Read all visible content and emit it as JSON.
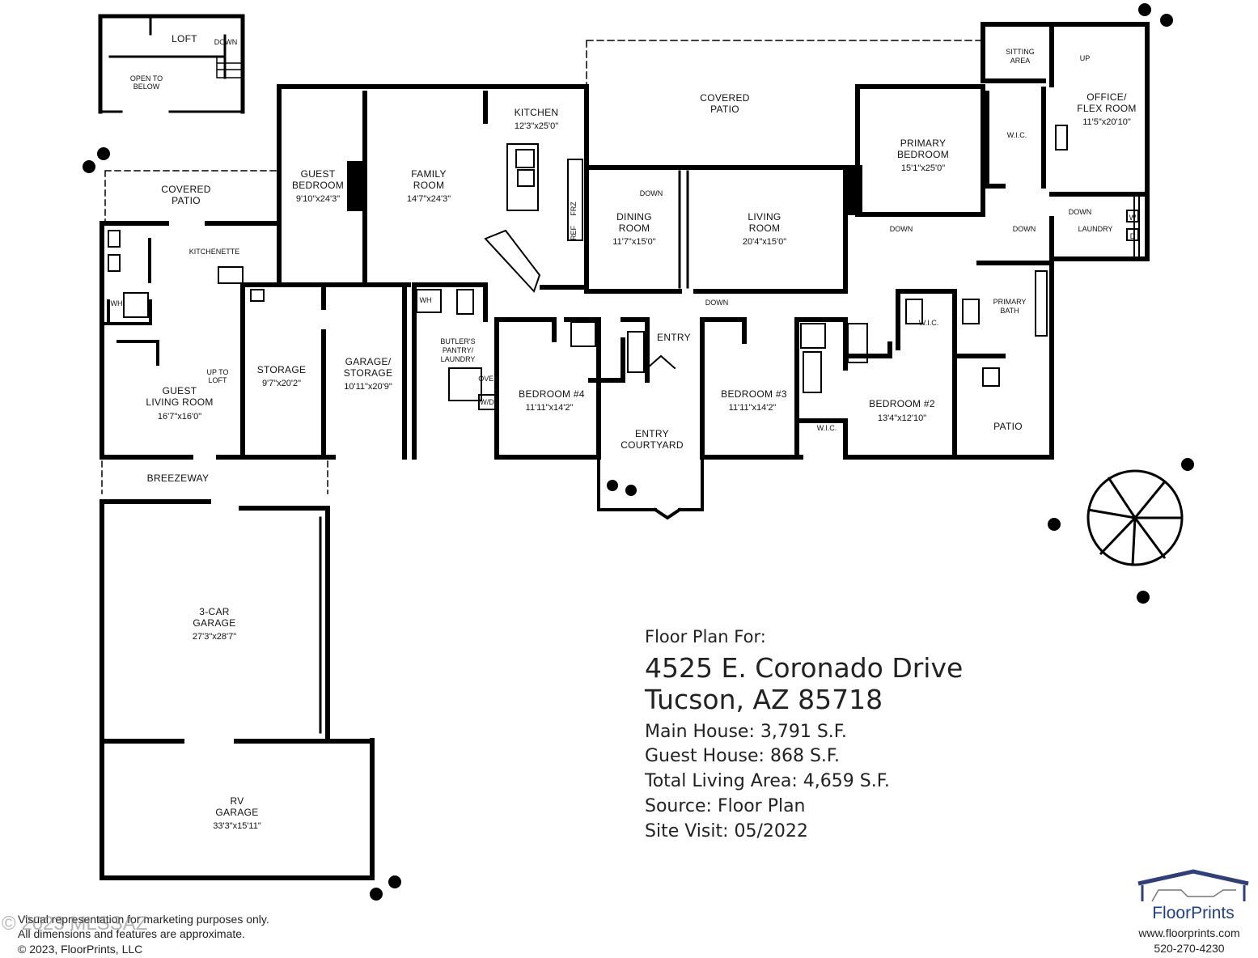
{
  "rooms": {
    "loft": "LOFT",
    "down_loft": "DOWN",
    "open_below_1": "OPEN TO",
    "open_below_2": "BELOW",
    "covered_patio_left_1": "COVERED",
    "covered_patio_left_2": "PATIO",
    "kitchenette": "KITCHENETTE",
    "wh_left": "WH",
    "up_to_loft_1": "UP TO",
    "up_to_loft_2": "LOFT",
    "guest_living_1": "GUEST",
    "guest_living_2": "LIVING ROOM",
    "guest_living_dim": "16'7\"x16'0\"",
    "guest_bedroom_1": "GUEST",
    "guest_bedroom_2": "BEDROOM",
    "guest_bedroom_dim": "9'10\"x24'3\"",
    "family_1": "FAMILY",
    "family_2": "ROOM",
    "family_dim": "14'7\"x24'3\"",
    "kitchen": "KITCHEN",
    "kitchen_dim": "12'3\"x25'0\"",
    "frz": "FRZ",
    "ref": "REF",
    "storage": "STORAGE",
    "storage_dim": "9'7\"x20'2\"",
    "garage_storage_1": "GARAGE/",
    "garage_storage_2": "STORAGE",
    "garage_storage_dim": "10'11\"x20'9\"",
    "wh_mid": "WH",
    "butler_1": "BUTLER'S",
    "butler_2": "PANTRY/",
    "butler_3": "LAUNDRY",
    "oven": "OVEN",
    "wd": "W/D",
    "covered_patio_main_1": "COVERED",
    "covered_patio_main_2": "PATIO",
    "down_dining": "DOWN",
    "dining_1": "DINING",
    "dining_2": "ROOM",
    "dining_dim": "11'7\"x15'0\"",
    "living_1": "LIVING",
    "living_2": "ROOM",
    "living_dim": "20'4\"x15'0\"",
    "down_living": "DOWN",
    "entry": "ENTRY",
    "bedroom4": "BEDROOM #4",
    "bedroom4_dim": "11'11\"x14'2\"",
    "entry_courtyard_1": "ENTRY",
    "entry_courtyard_2": "COURTYARD",
    "bedroom3": "BEDROOM #3",
    "bedroom3_dim": "11'11\"x14'2\"",
    "wic_b3": "W.I.C.",
    "bedroom2": "BEDROOM #2",
    "bedroom2_dim": "13'4\"x12'10\"",
    "sitting_1": "SITTING",
    "sitting_2": "AREA",
    "up": "UP",
    "office_1": "OFFICE/",
    "office_2": "FLEX ROOM",
    "office_dim": "11'5\"x20'10\"",
    "primary_bed_1": "PRIMARY",
    "primary_bed_2": "BEDROOM",
    "primary_bed_dim": "15'1\"x25'0\"",
    "wic_top": "W.I.C.",
    "down_laundry": "DOWN",
    "laundry": "LAUNDRY",
    "washer": "W",
    "dryer": "D",
    "down_primary": "DOWN",
    "down_hall": "DOWN",
    "wic_mid": "W.I.C.",
    "primary_bath_1": "PRIMARY",
    "primary_bath_2": "BATH",
    "patio": "PATIO",
    "breezeway": "BREEZEWAY",
    "garage3_1": "3-CAR",
    "garage3_2": "GARAGE",
    "garage3_dim": "27'3\"x28'7\"",
    "rv_1": "RV",
    "rv_2": "GARAGE",
    "rv_dim": "33'3\"x15'11\""
  },
  "info": {
    "heading": "Floor Plan For:",
    "address1": "4525 E. Coronado Drive",
    "address2": "Tucson, AZ  85718",
    "main_house": "Main House:  3,791 S.F.",
    "guest_house": "Guest House:  868 S.F.",
    "total": "Total Living Area:  4,659 S.F.",
    "source": "Source:  Floor Plan",
    "site_visit": "Site Visit:  05/2022"
  },
  "footer": {
    "line1": "Visual representation for marketing purposes only.",
    "line2": "All dimensions and features are approximate.",
    "line3": "© 2023, FloorPrints, LLC",
    "watermark": "© 2023 MLSSAZ"
  },
  "brand": {
    "name": "FloorPrints",
    "url": "www.floorprints.com",
    "phone": "520-270-4230"
  },
  "colors": {
    "wall": "#000000",
    "brand_blue": "#1f3f8a",
    "brand_roof": "#2e3f7c"
  }
}
